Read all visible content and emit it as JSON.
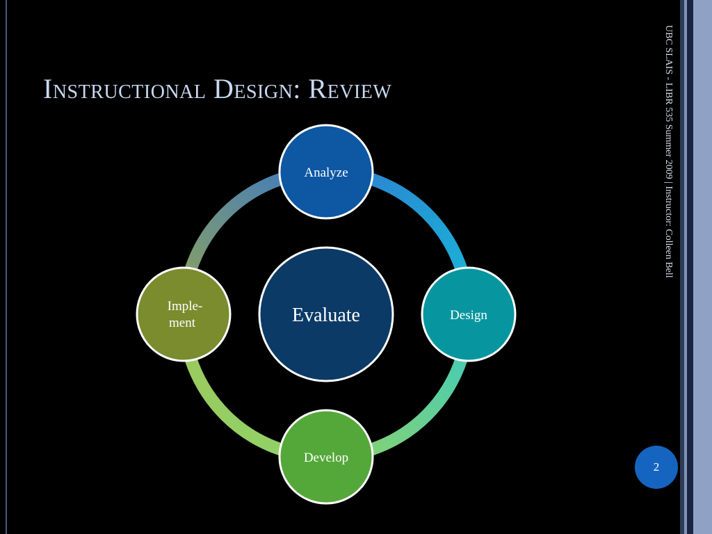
{
  "slide": {
    "title": "Instructional Design: Review",
    "side_text": "UBC SLAIS - LIBR 535 Summer 2009 | Instructor: Colleen Bell",
    "page_number": "2"
  },
  "diagram": {
    "center": {
      "label": "Evaluate",
      "color": "#0b3a66"
    },
    "nodes": [
      {
        "label": "Analyze",
        "color": "#0d57a3"
      },
      {
        "label": "Design",
        "color": "#07969f"
      },
      {
        "label": "Develop",
        "color": "#54a83a"
      },
      {
        "label_line1": "Imple-",
        "label_line2": "ment",
        "color": "#7a8c2e"
      }
    ],
    "ring_colors": [
      "#2e7fd0",
      "#18b8d8",
      "#5dd1a8",
      "#8fd36a",
      "#9ab85a",
      "#5580c8"
    ]
  }
}
